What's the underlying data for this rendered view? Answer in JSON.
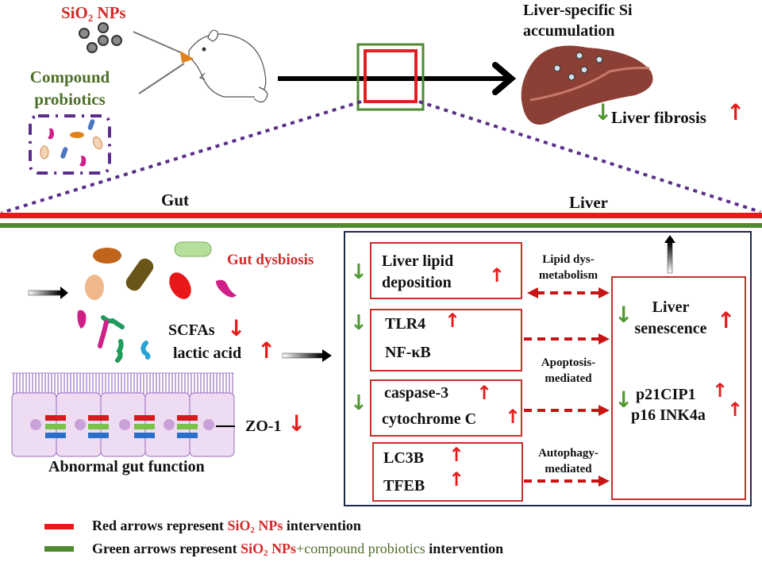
{
  "top": {
    "sio2_label": "SiO",
    "sio2_sub": "2",
    "sio2_suffix": " NPs",
    "probiotics_label_1": "Compound",
    "probiotics_label_2": "probiotics",
    "liver_title_1": "Liver-specific Si",
    "liver_title_2": "accumulation",
    "liver_fibrosis": "Liver fibrosis"
  },
  "sections": {
    "gut": "Gut",
    "liver": "Liver"
  },
  "gut_panel": {
    "gut_dysbiosis": "Gut dysbiosis",
    "scfas": "SCFAs",
    "lactic_acid": "lactic acid",
    "zo1": "ZO-1",
    "abnormal": "Abnormal gut function"
  },
  "liver_panel": {
    "boxes": [
      {
        "line1": "Liver lipid",
        "line2": "deposition"
      },
      {
        "line1": "TLR4",
        "line2": "NF-κB"
      },
      {
        "line1": "caspase-3",
        "line2": "cytochrome C"
      },
      {
        "line1": "LC3B",
        "line2": "TFEB"
      }
    ],
    "mechanisms": [
      {
        "line1": "Lipid dys-",
        "line2": "metabolism"
      },
      {
        "line1": "Apoptosis-",
        "line2": "mediated"
      },
      {
        "line1": "Autophagy-",
        "line2": "mediated"
      }
    ],
    "senescence_1": "Liver",
    "senescence_2": "senescence",
    "p21": "p21CIP1",
    "p16": "p16 INK4a"
  },
  "legend": {
    "red_text": "Red arrows represent ",
    "red_sio2": "SiO",
    "red_sub": "2",
    "red_nps": " NPs",
    "red_suffix": " intervention",
    "green_text": "Green arrows represent ",
    "green_sio2": "SiO",
    "green_sub": "2",
    "green_nps": " NPs",
    "green_probiotics": "+compound probiotics",
    "green_suffix": " intervention"
  },
  "arrows": {
    "up": "↑",
    "down": "↓"
  },
  "colors": {
    "red": "#e41c1c",
    "green": "#4f8a2f",
    "purple": "#5b2d8a",
    "navy": "#1c2a48",
    "liver": "#8c3f34"
  }
}
